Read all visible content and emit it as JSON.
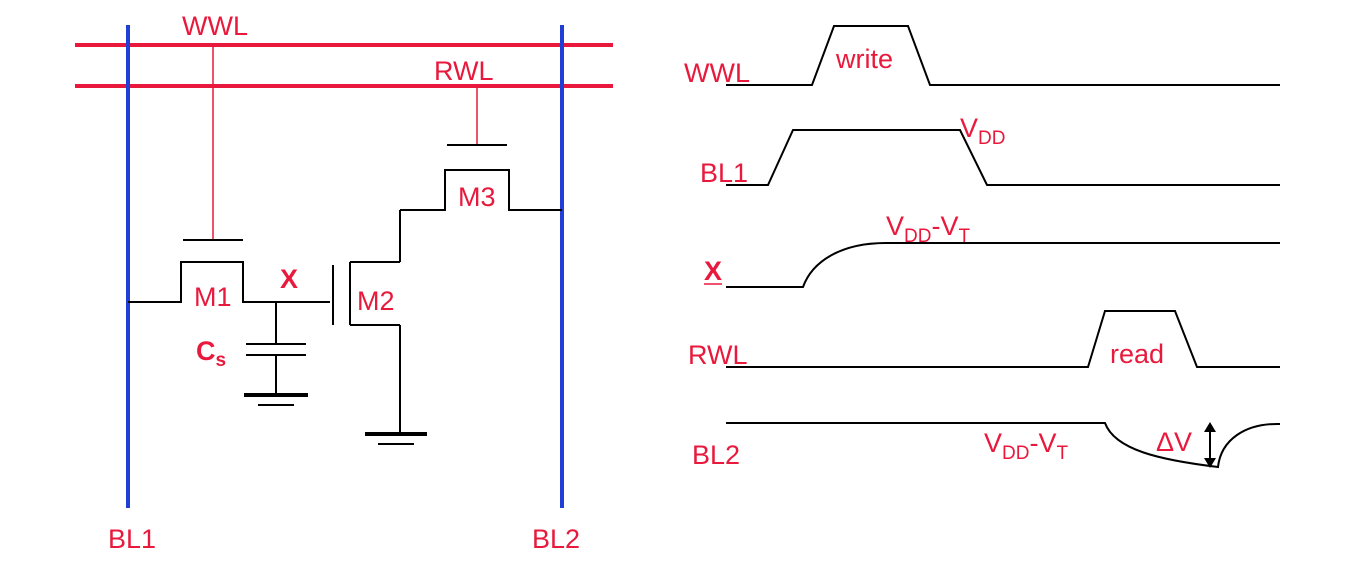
{
  "colors": {
    "wordline": "#e8193c",
    "bitline": "#1f3fd6",
    "label": "#e8193c",
    "wire": "#000000"
  },
  "schematic": {
    "wwl_label": "WWL",
    "rwl_label": "RWL",
    "bl1_label": "BL1",
    "bl2_label": "BL2",
    "m1_label": "M1",
    "m2_label": "M2",
    "m3_label": "M3",
    "node_x_label": "X",
    "cs_label_main": "C",
    "cs_label_sub": "s"
  },
  "timing": {
    "wwl_label": "WWL",
    "bl1_label": "BL1",
    "x_label": "X",
    "rwl_label": "RWL",
    "bl2_label": "BL2",
    "write_label": "write",
    "read_label": "read",
    "vdd_main": "V",
    "vdd_sub": "DD",
    "vddvt_x": {
      "v1": "V",
      "s1": "DD",
      "mid": "-V",
      "s2": "T"
    },
    "vddvt_bl2": {
      "v1": "V",
      "s1": "DD",
      "mid": "-V",
      "s2": "T"
    },
    "delta_v_label": "ΔV"
  }
}
